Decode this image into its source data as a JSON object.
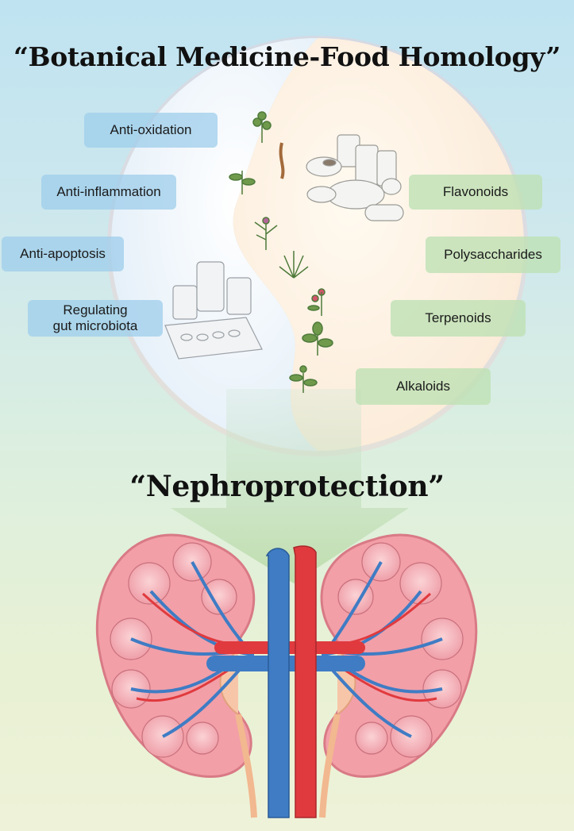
{
  "title": "“Botanical Medicine-Food Homology”",
  "subtitle": "“Nephroprotection”",
  "effects": [
    {
      "label": "Anti-oxidation"
    },
    {
      "label": "Anti-inflammation"
    },
    {
      "label": "Anti-apoptosis"
    },
    {
      "label": "Regulating gut microbiota",
      "line1": "Regulating",
      "line2": "gut microbiota"
    }
  ],
  "compounds": [
    {
      "label": "Flavonoids"
    },
    {
      "label": "Polysaccharides"
    },
    {
      "label": "Terpenoids"
    },
    {
      "label": "Alkaloids"
    }
  ],
  "colors": {
    "effect_box": "#9ecdeb",
    "compound_box": "#bee1b4",
    "artery": "#e03a3e",
    "vein": "#3f7cc4",
    "kidney_cortex": "#f29fa8"
  }
}
